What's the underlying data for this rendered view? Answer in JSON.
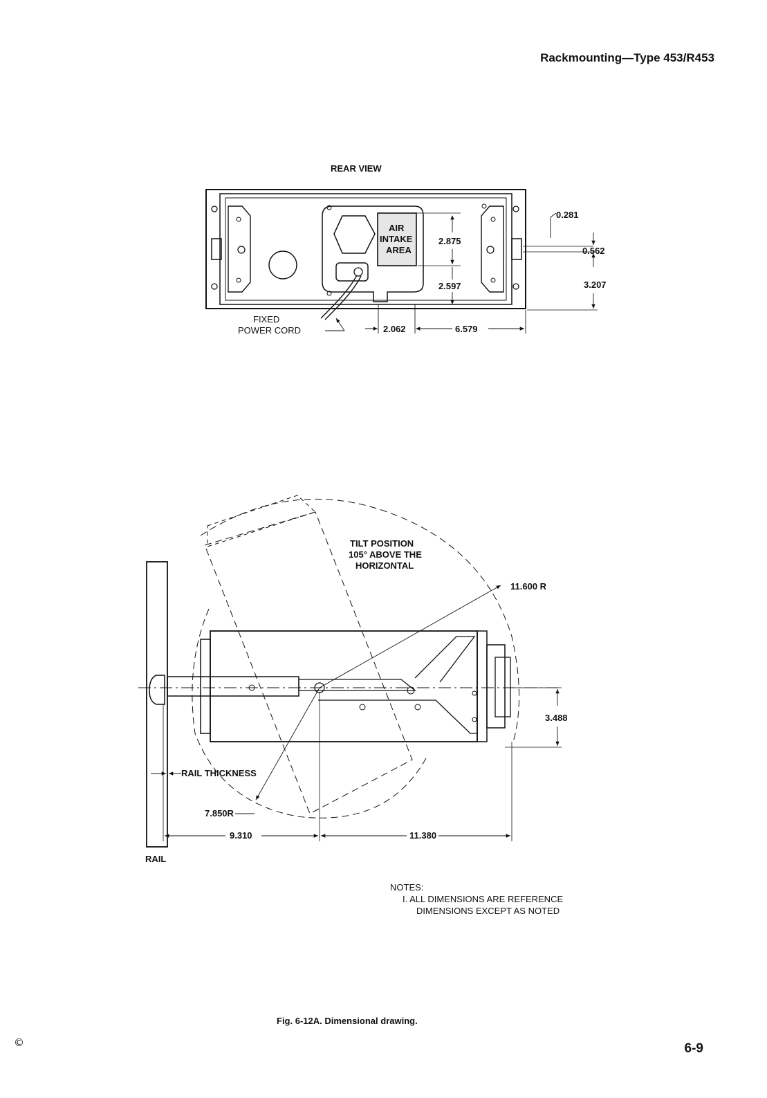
{
  "header": {
    "title": "Rackmounting—Type 453/R453"
  },
  "rear_view": {
    "title": "REAR VIEW",
    "air_intake": [
      "AIR",
      "INTAKE",
      "AREA"
    ],
    "power_cord": [
      "FIXED",
      "POWER CORD"
    ],
    "dims": {
      "d1": "2.875",
      "d2": "2.597",
      "d3": "2.062",
      "d4": "6.579",
      "d5": "0.281",
      "d6": "0.562",
      "d7": "3.207"
    }
  },
  "side_view": {
    "tilt": [
      "TILT POSITION",
      "105° ABOVE THE",
      "HORIZONTAL"
    ],
    "radius_outer": "11.600 R",
    "radius_inner": "7.850R",
    "height": "3.488",
    "rail_thickness": "RAIL THICKNESS",
    "rail": "RAIL",
    "length_a": "9.310",
    "length_b": "11.380"
  },
  "notes": {
    "title": "NOTES:",
    "line1": "I. ALL DIMENSIONS ARE REFERENCE",
    "line2": "DIMENSIONS EXCEPT AS NOTED"
  },
  "caption": "Fig. 6-12A. Dimensional drawing.",
  "page_number": "6-9",
  "copyright": "©"
}
